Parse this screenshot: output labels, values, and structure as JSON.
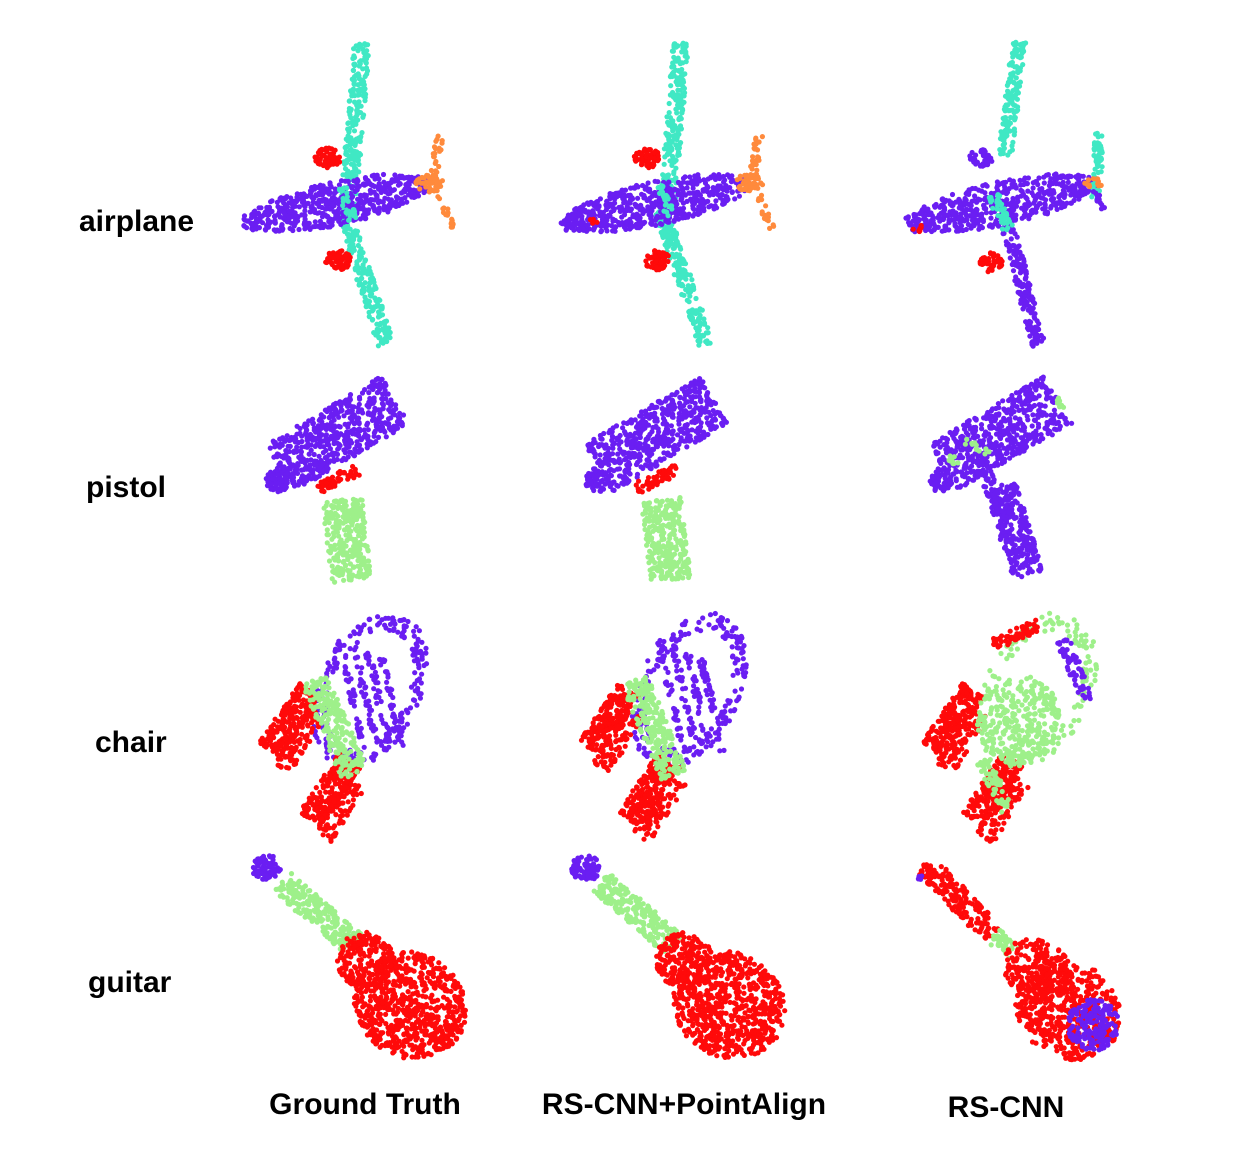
{
  "rows": [
    {
      "key": "airplane",
      "label": "airplane"
    },
    {
      "key": "pistol",
      "label": "pistol"
    },
    {
      "key": "chair",
      "label": "chair"
    },
    {
      "key": "guitar",
      "label": "guitar"
    }
  ],
  "columns": [
    {
      "key": "gt",
      "label": "Ground Truth"
    },
    {
      "key": "ours",
      "label": "RS-CNN+PointAlign"
    },
    {
      "key": "rscnn",
      "label": "RS-CNN"
    }
  ],
  "part_colors": {
    "purple": "#6a1ef2",
    "cyan": "#40e8c4",
    "red": "#ff0a0a",
    "orange": "#ff8a3c",
    "green": "#9ef08a"
  }
}
